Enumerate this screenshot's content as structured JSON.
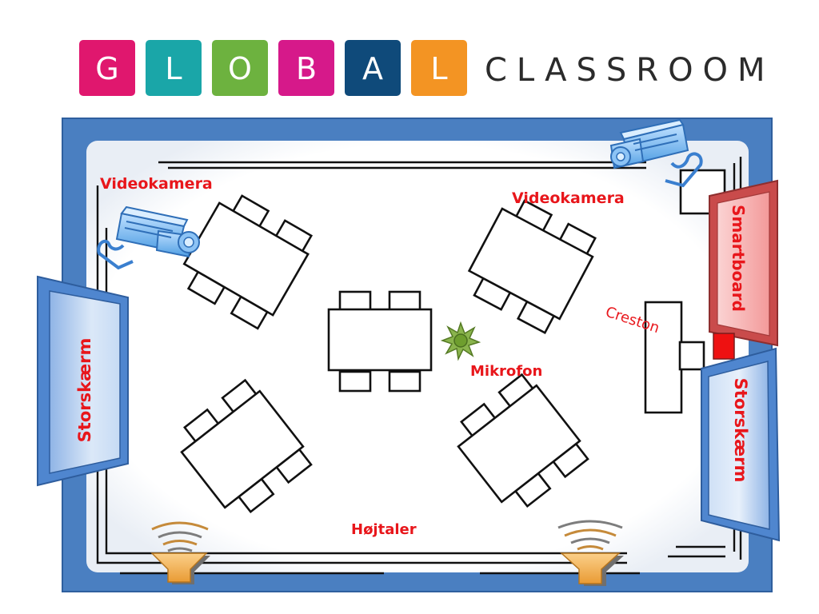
{
  "logo": {
    "letters": [
      {
        "char": "G",
        "color": "#e0176e"
      },
      {
        "char": "L",
        "color": "#1aa6a8"
      },
      {
        "char": "O",
        "color": "#6db23f"
      },
      {
        "char": "B",
        "color": "#d6198a"
      },
      {
        "char": "A",
        "color": "#0f4a7a"
      },
      {
        "char": "L",
        "color": "#f39423"
      }
    ],
    "word": "CLASSROOM"
  },
  "labels": {
    "camera_left": "Videokamera",
    "camera_right": "Videokamera",
    "smartboard": "Smartboard",
    "creston": "Creston",
    "microphone": "Mikrofon",
    "screen_left": "Storskærm",
    "screen_right": "Storskærm",
    "speaker": "Højtaler"
  },
  "colors": {
    "wall_blue": "#4a7fc1",
    "label_red": "#e8161b",
    "camera_blue": "#4f9ee3",
    "smartboard_fill": "#f6a8a8",
    "screen_fill": "#a9c7ef",
    "speaker_orange": "#f5b55c",
    "microphone_green": "#6e9e2e"
  },
  "icons": [
    "video-camera-icon",
    "microphone-icon",
    "speaker-icon"
  ]
}
